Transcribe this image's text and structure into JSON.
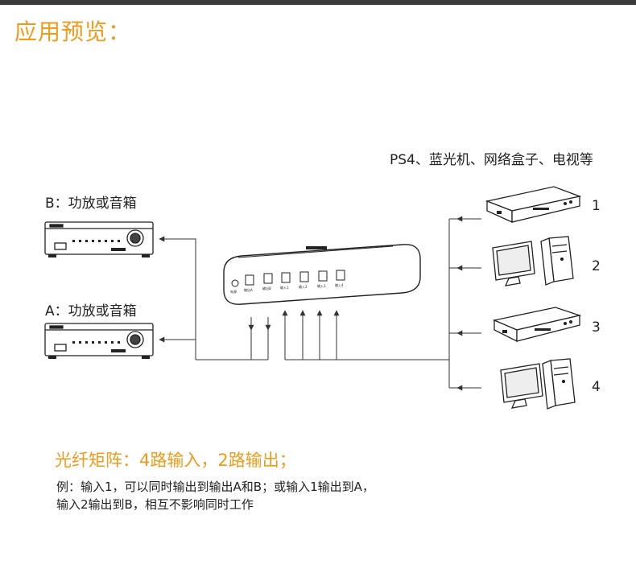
{
  "header": {
    "title": "应用预览："
  },
  "devices": {
    "sources_label": "PS4、蓝光机、网络盒子、电视等",
    "output_b_label": "B：功放或音箱",
    "output_a_label": "A：功放或音箱",
    "source_numbers": [
      "1",
      "2",
      "3",
      "4"
    ]
  },
  "matrix": {
    "port_labels": [
      "输出A",
      "输出B",
      "输入1",
      "输入2",
      "输入3",
      "输入4"
    ],
    "power_label": "电源"
  },
  "footer": {
    "caption": "光纤矩阵：4路输入，2路输出；",
    "example_line1": "例：输入1，可以同时输出到输出A和B；或输入1输出到A，",
    "example_line2": "输入2输出到B，相互不影响同时工作"
  }
}
